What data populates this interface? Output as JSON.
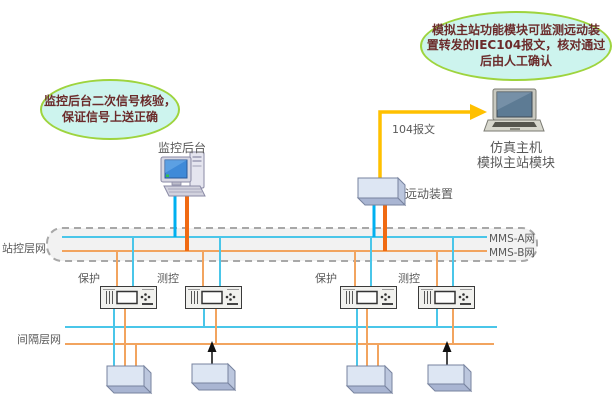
{
  "callout_left": {
    "lines": [
      "监控后台二次信号核验，",
      "保证信号上送正确"
    ]
  },
  "callout_right": {
    "lines": [
      "模拟主站功能模块可监测远动装",
      "置转发的IEC104报文，核对通过",
      "后由人工确认"
    ]
  },
  "nodes": {
    "monitor_backend": "监控后台",
    "remote_device": "远动装置",
    "sim_host": "仿真主机",
    "sim_module": "模拟主站模块"
  },
  "network": {
    "station_layer": "站控层网",
    "bay_layer": "间隔层网",
    "mms_a": "MMS-A网",
    "mms_b": "MMS-B网",
    "msg_104": "104报文"
  },
  "bay_devices": [
    {
      "label": "保护"
    },
    {
      "label": "测控"
    },
    {
      "label": "保护"
    },
    {
      "label": "测控"
    }
  ],
  "colors": {
    "mms_a_line": "#4ac6e9",
    "mms_b_line": "#f2a45f",
    "backbone_cyan": "#00b0f0",
    "backbone_orange": "#f06a12",
    "arrow_104": "#ffc000",
    "callout_fill": "#cdf4ee",
    "callout_border": "#9ed43e",
    "callout_text": "#6b2b2b",
    "label_text": "#595959"
  }
}
